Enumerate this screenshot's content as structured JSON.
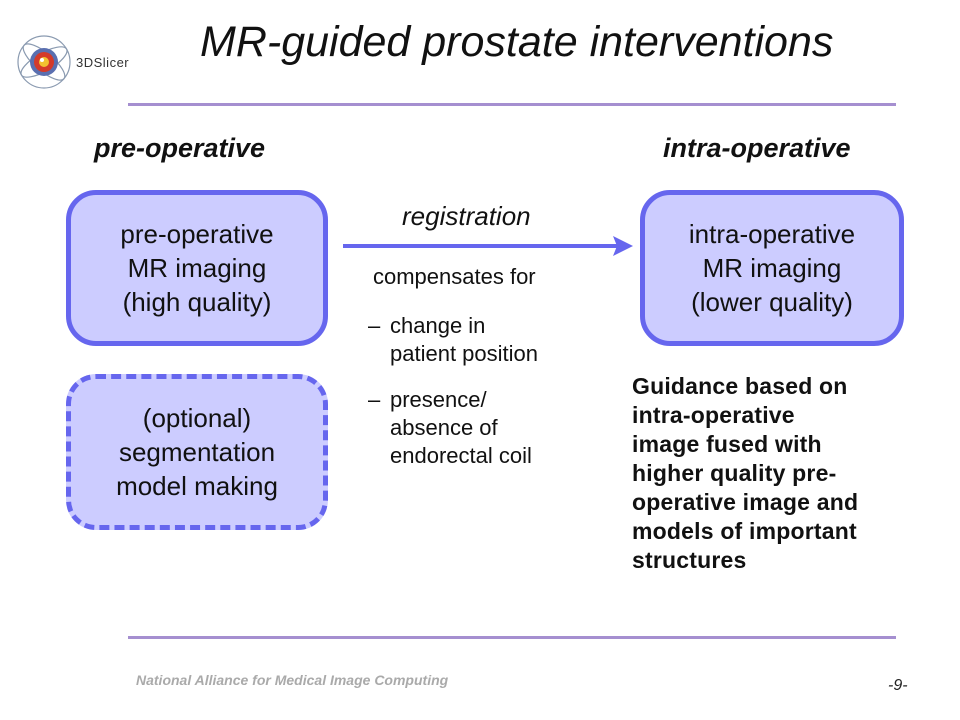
{
  "header": {
    "logo_text": "3DSlicer",
    "title": "MR-guided prostate interventions"
  },
  "columns": {
    "left_heading": "pre-operative",
    "right_heading": "intra-operative"
  },
  "boxes": {
    "preop": [
      "pre-operative",
      "MR imaging",
      "(high quality)"
    ],
    "intraop": [
      "intra-operative",
      "MR imaging",
      "(lower quality)"
    ],
    "segmentation": [
      "(optional)",
      "segmentation",
      "model making"
    ]
  },
  "registration": {
    "label": "registration",
    "compensates": "compensates for",
    "items": [
      {
        "dash": "–",
        "lines": [
          "change in",
          "patient position"
        ]
      },
      {
        "dash": "–",
        "lines": [
          "presence/",
          "absence of",
          "endorectal coil"
        ]
      }
    ]
  },
  "guidance": {
    "lines": [
      "Guidance based on",
      "intra-operative",
      "image fused with",
      "higher quality pre-",
      "operative image and",
      "models of important",
      "structures"
    ]
  },
  "footer": {
    "org": "National Alliance for Medical Image Computing",
    "page": "-9-"
  },
  "colors": {
    "box_fill": "#ccccff",
    "box_border": "#6666ee",
    "rule": "#a58fd0",
    "footer_text": "#aaaaaa"
  }
}
